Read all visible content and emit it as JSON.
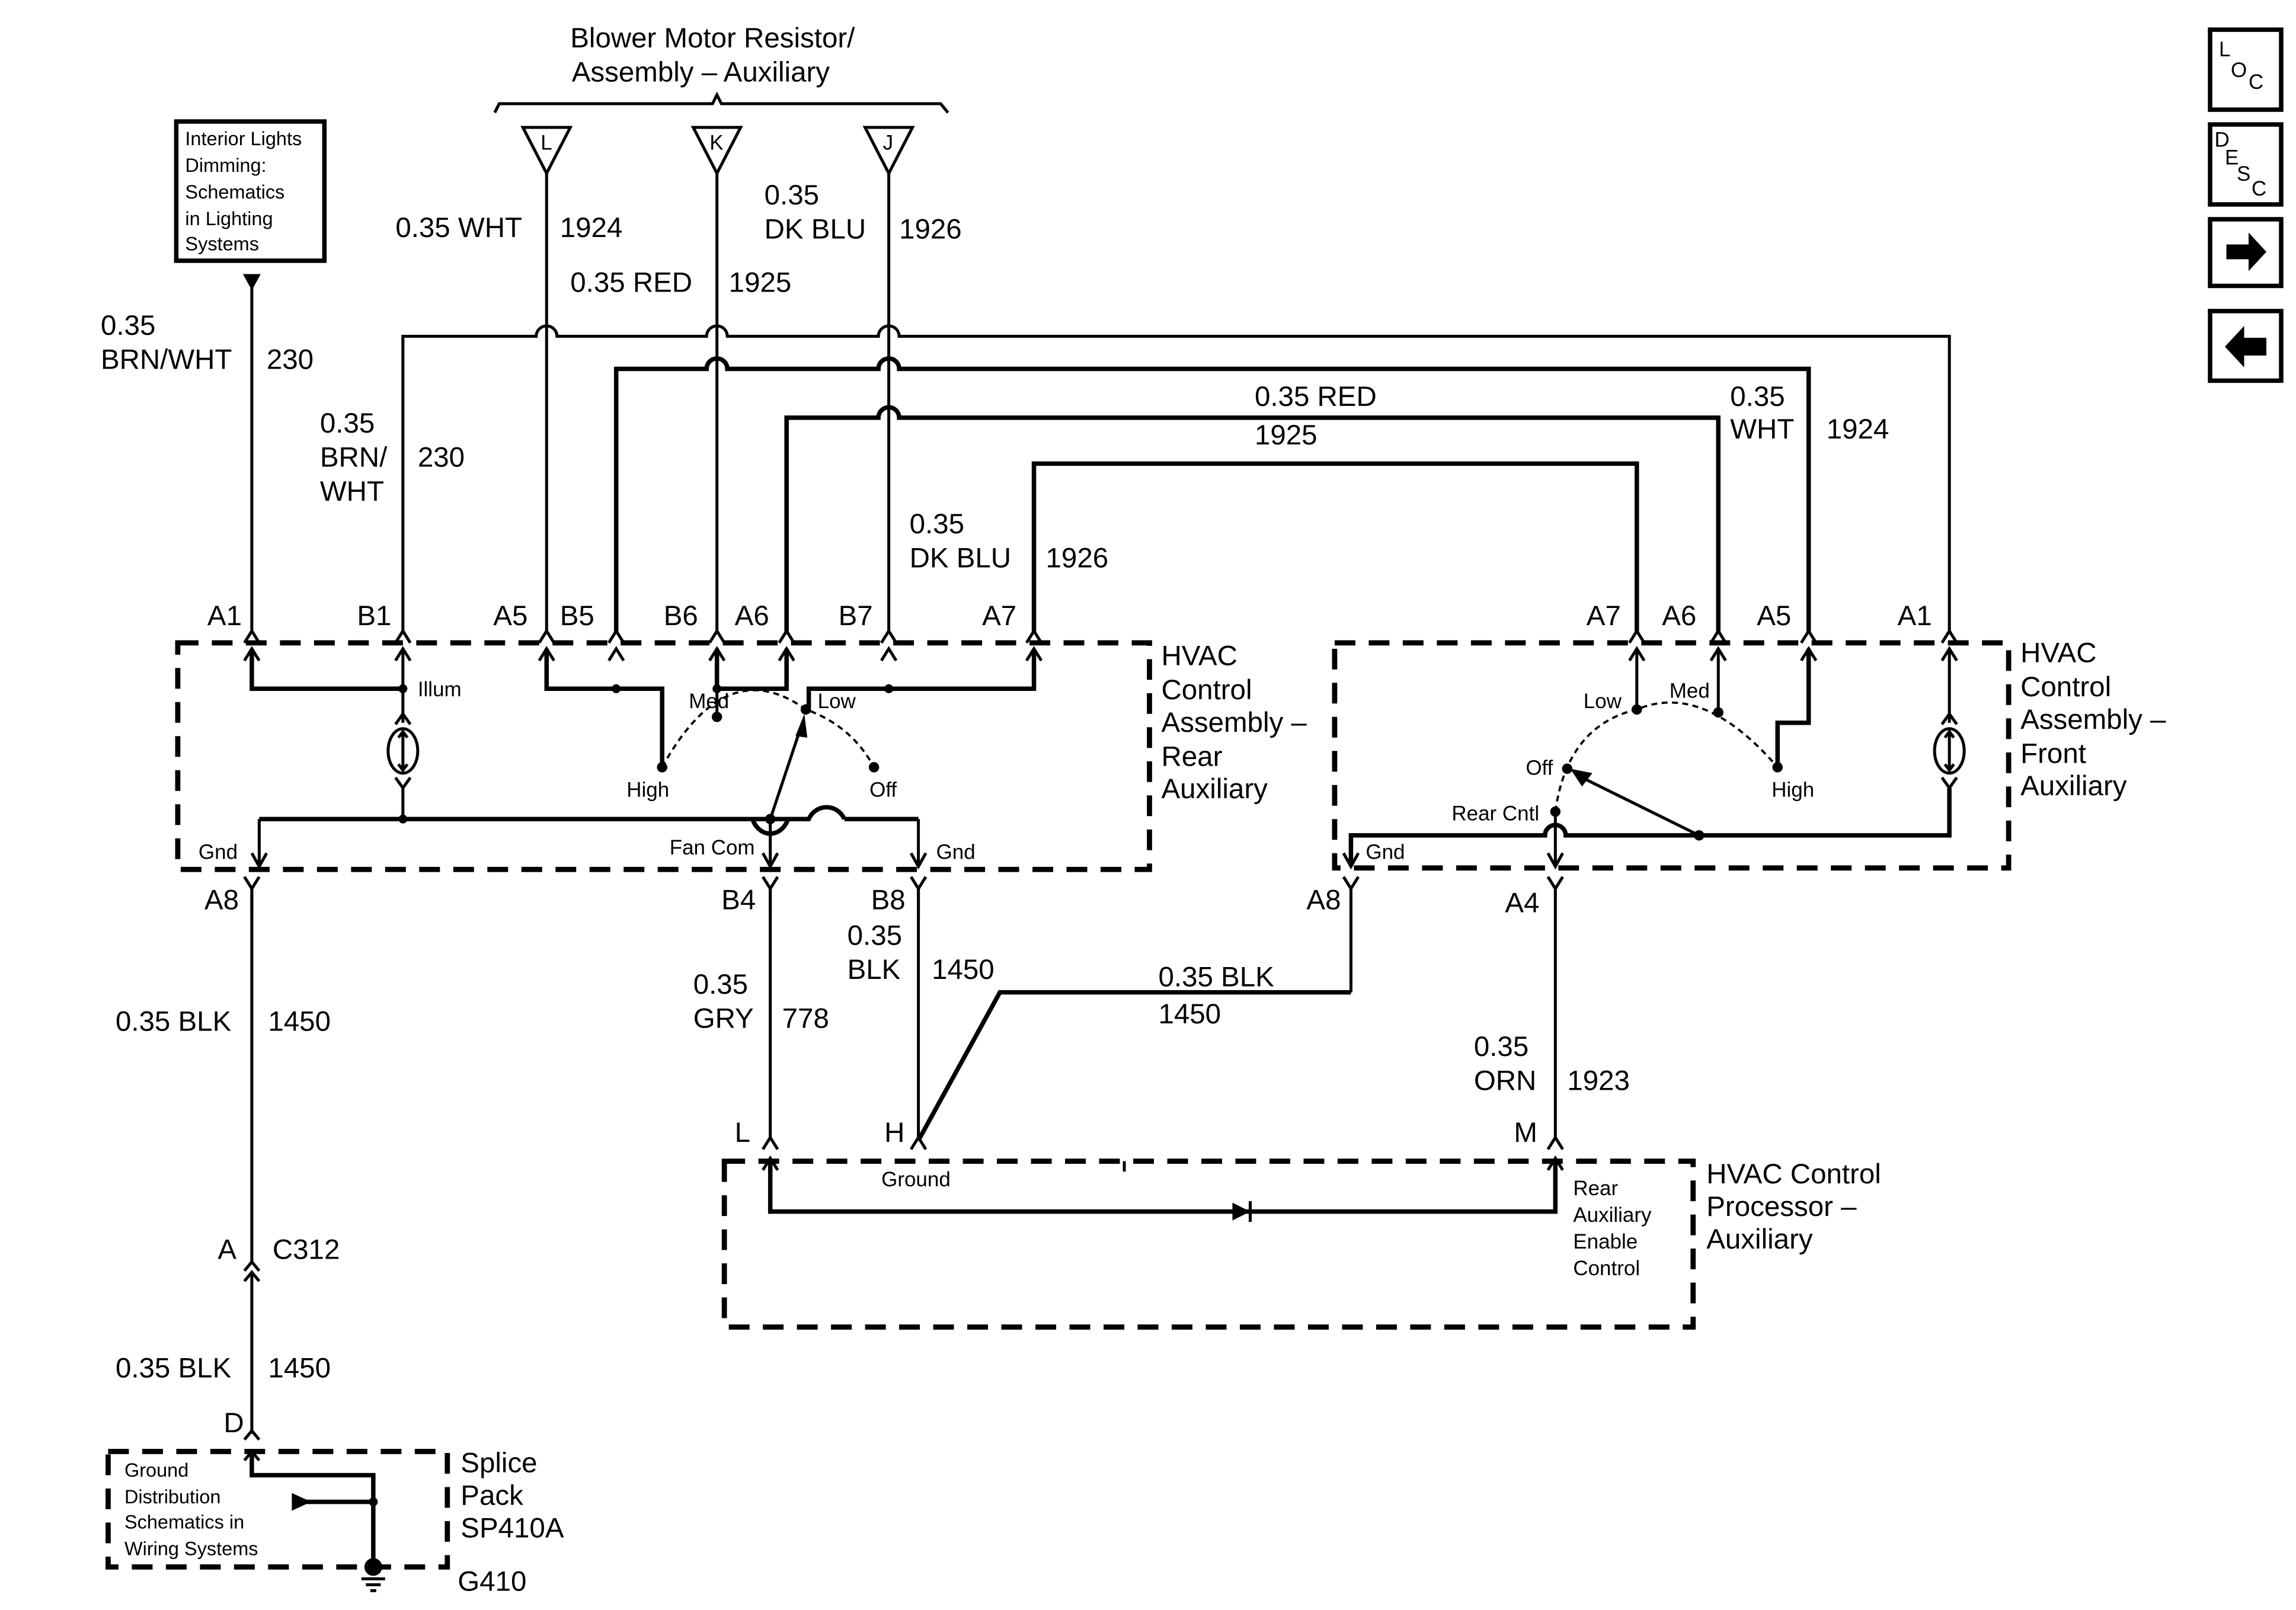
{
  "title": "Blower Motor Resistor/ Assembly – Auxiliary",
  "blower": {
    "title_line1": "Blower Motor Resistor/",
    "title_line2": "Assembly – Auxiliary",
    "terminals": [
      "L",
      "K",
      "J"
    ]
  },
  "interior_lights_ref": {
    "lines": [
      "Interior Lights",
      "Dimming:",
      "Schematics",
      "in Lighting",
      "Systems"
    ]
  },
  "wires": {
    "w230_top": {
      "gauge": "0.35",
      "color": "BRN/WHT",
      "circuit": "230"
    },
    "w230_b1": {
      "gauge": "0.35",
      "color_l1": "BRN/",
      "color_l2": "WHT",
      "circuit": "230"
    },
    "w1924_top": {
      "label": "0.35 WHT",
      "circuit": "1924"
    },
    "w1925_top": {
      "label": "0.35 RED",
      "circuit": "1925"
    },
    "w1926_top": {
      "gauge": "0.35",
      "color": "DK BLU",
      "circuit": "1926"
    },
    "w1925_mid": {
      "label": "0.35 RED",
      "circuit": "1925"
    },
    "w1924_right": {
      "gauge": "0.35",
      "color": "WHT",
      "circuit": "1924"
    },
    "w1926_mid": {
      "gauge": "0.35",
      "color": "DK BLU",
      "circuit": "1926"
    },
    "w1450_left": {
      "label": "0.35 BLK",
      "circuit": "1450"
    },
    "w778": {
      "gauge": "0.35",
      "color": "GRY",
      "circuit": "778"
    },
    "w1450_b8": {
      "gauge": "0.35",
      "color": "BLK",
      "circuit": "1450"
    },
    "w1450_a8": {
      "label": "0.35 BLK",
      "circuit": "1450"
    },
    "w1923": {
      "gauge": "0.35",
      "color": "ORN",
      "circuit": "1923"
    },
    "w1450_bottom": {
      "label": "0.35 BLK",
      "circuit": "1450"
    }
  },
  "rear_assembly": {
    "name_lines": [
      "HVAC",
      "Control",
      "Assembly –",
      "Rear",
      "Auxiliary"
    ],
    "top_pins": [
      "A1",
      "B1",
      "A5",
      "B5",
      "B6",
      "A6",
      "B7",
      "A7"
    ],
    "bottom_pins": [
      "A8",
      "B4",
      "B8"
    ],
    "internal": {
      "illum": "Illum",
      "med": "Med",
      "low": "Low",
      "high": "High",
      "off": "Off",
      "gnd": "Gnd",
      "fan_com": "Fan Com",
      "gnd2": "Gnd"
    }
  },
  "front_assembly": {
    "name_lines": [
      "HVAC",
      "Control",
      "Assembly –",
      "Front",
      "Auxiliary"
    ],
    "top_pins": [
      "A7",
      "A6",
      "A5",
      "A1"
    ],
    "bottom_pins": [
      "A8",
      "A4"
    ],
    "internal": {
      "low": "Low",
      "med": "Med",
      "off": "Off",
      "high": "High",
      "rear_cntl": "Rear Cntl",
      "gnd": "Gnd"
    }
  },
  "processor": {
    "name_lines": [
      "HVAC Control",
      "Processor –",
      "Auxiliary"
    ],
    "pins": [
      "L",
      "H",
      "M"
    ],
    "internal": {
      "ground": "Ground",
      "enable_lines": [
        "Rear",
        "Auxiliary",
        "Enable",
        "Control"
      ]
    }
  },
  "connector_c312": {
    "pin": "A",
    "name": "C312"
  },
  "splice_pack": {
    "pin": "D",
    "name_lines": [
      "Splice",
      "Pack",
      "SP410A"
    ],
    "ref_lines": [
      "Ground",
      "Distribution",
      "Schematics in",
      "Wiring Systems"
    ],
    "ground": "G410"
  },
  "nav": {
    "loc": [
      "L",
      "O",
      "C"
    ],
    "desc": [
      "D",
      "E",
      "S",
      "C"
    ],
    "next": "next-page",
    "prev": "previous-page"
  }
}
